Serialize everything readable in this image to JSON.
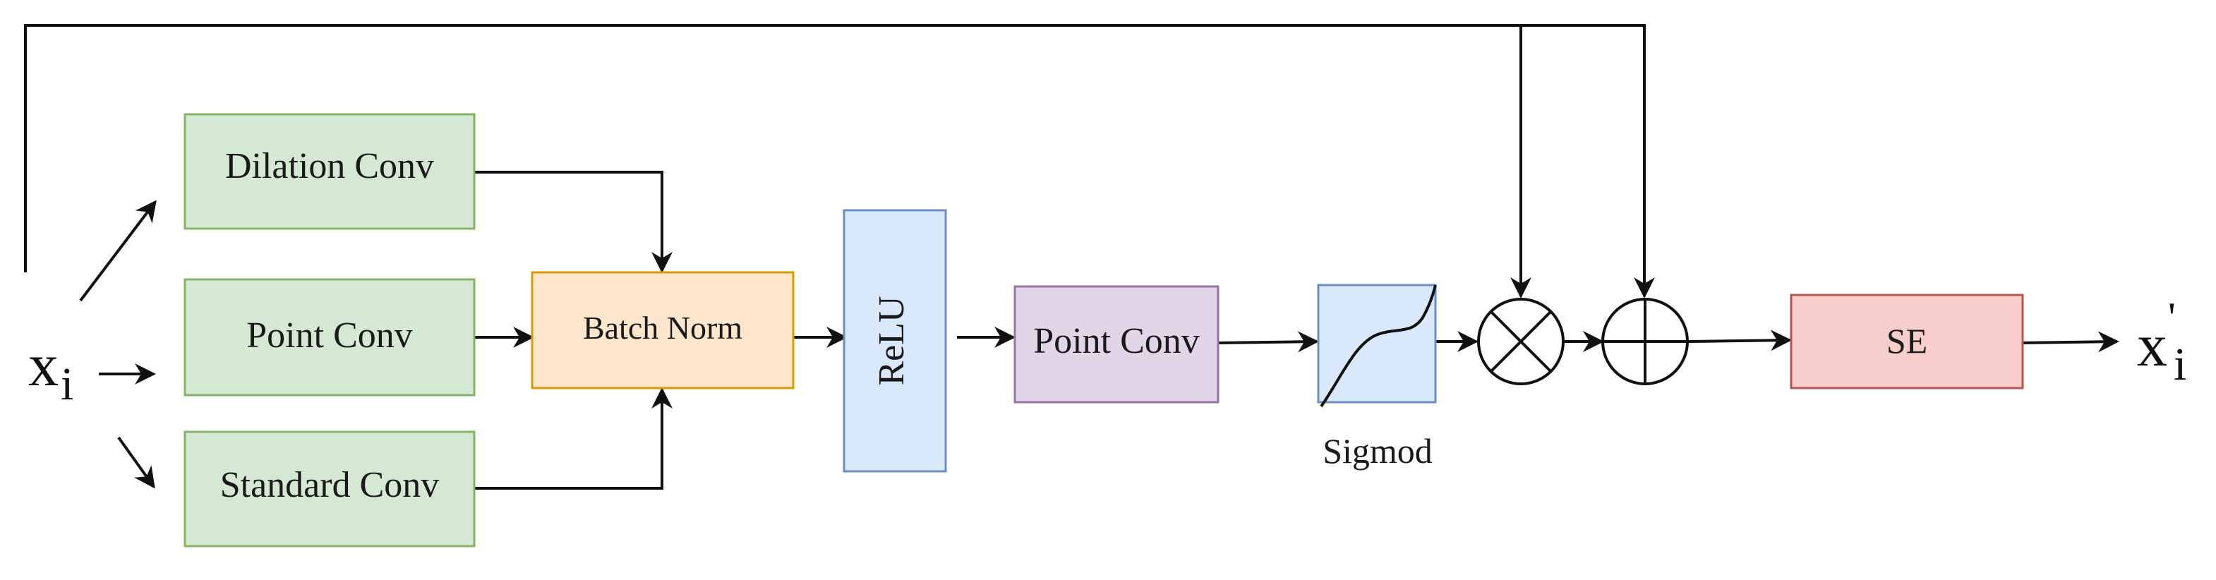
{
  "input": {
    "symbol": "x",
    "subscript": "i"
  },
  "output": {
    "symbol": "x",
    "prime": "'",
    "subscript": "i"
  },
  "blocks": {
    "dilation_conv": "Dilation Conv",
    "point_conv_1": "Point Conv",
    "standard_conv": "Standard Conv",
    "batch_norm": "Batch Norm",
    "relu": "ReLU",
    "point_conv_2": "Point Conv",
    "sigmoid_label": "Sigmod",
    "se": "SE"
  },
  "colors": {
    "conv_fill": "#d5e8d4",
    "conv_stroke": "#82b366",
    "bn_fill": "#ffe6cc",
    "bn_stroke": "#d79b00",
    "relu_fill": "#dae8fc",
    "relu_stroke": "#6c8ebf",
    "pconv_fill": "#e1d5e7",
    "pconv_stroke": "#9673a6",
    "sig_fill": "#dae8fc",
    "sig_stroke": "#6c8ebf",
    "se_fill": "#f8cecc",
    "se_stroke": "#b85450",
    "line": "#111111"
  },
  "operators": [
    "multiply",
    "add"
  ]
}
